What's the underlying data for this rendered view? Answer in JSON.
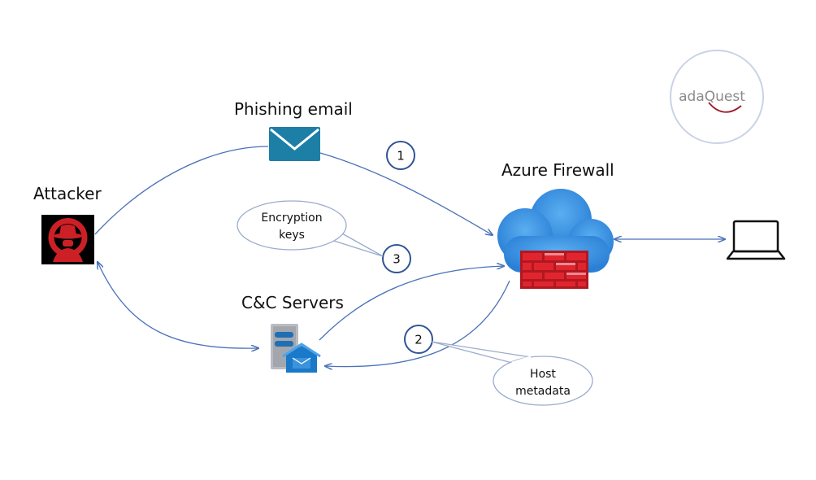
{
  "nodes": {
    "attacker": {
      "label": "Attacker"
    },
    "phishing_email": {
      "label": "Phishing email"
    },
    "azure_firewall": {
      "label": "Azure Firewall"
    },
    "cc_servers": {
      "label": "C&C Servers"
    },
    "laptop": {
      "label": ""
    }
  },
  "steps": [
    "1",
    "2",
    "3"
  ],
  "callouts": {
    "encryption_keys": {
      "lines": [
        "Encryption",
        "keys"
      ]
    },
    "host_metadata": {
      "lines": [
        "Host",
        "metadata"
      ]
    }
  },
  "logo": {
    "text": "adaQuest"
  },
  "colors": {
    "arrow": "#4a72b8",
    "step_circle": "#2f5496",
    "callout_border": "#9aaccc",
    "cloud": "#3a8fe0",
    "brick": "#e1252f",
    "email": "#1d7fa6",
    "attacker_bg": "#000000",
    "attacker_red": "#cc1f26"
  },
  "icons": {
    "attacker": "hacker-icon",
    "email": "mail-envelope-icon",
    "firewall": "cloud-firewall-icon",
    "server": "server-icon",
    "laptop": "laptop-icon"
  }
}
